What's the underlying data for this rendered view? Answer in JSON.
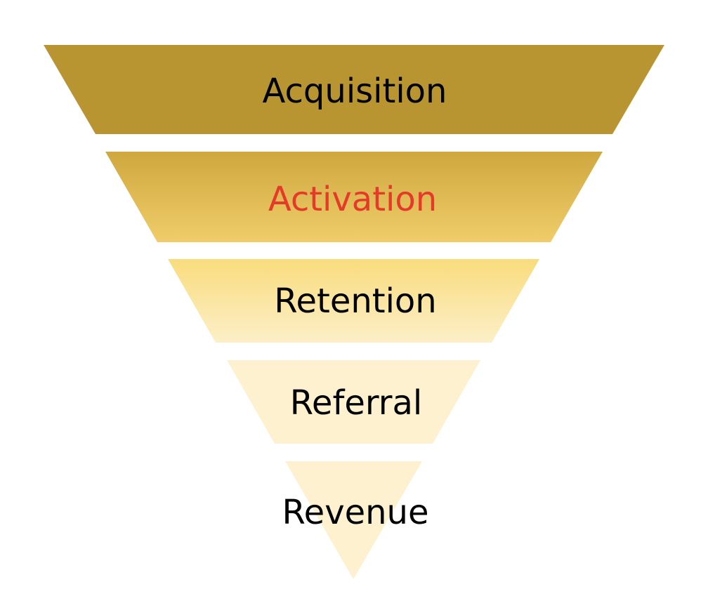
{
  "funnel": {
    "stages": [
      {
        "label": "Acquisition",
        "text_color": "#000000",
        "fill_top": "#b99532",
        "fill_bottom": "#b99532"
      },
      {
        "label": "Activation",
        "text_color": "#e53a2a",
        "fill_top": "#cfa73f",
        "fill_bottom": "#f0cd6a"
      },
      {
        "label": "Retention",
        "text_color": "#000000",
        "fill_top": "#f9dc7d",
        "fill_bottom": "#fcefc8"
      },
      {
        "label": "Referral",
        "text_color": "#000000",
        "fill_top": "#fdf1cf",
        "fill_bottom": "#fdf1cf"
      },
      {
        "label": "Revenue",
        "text_color": "#000000",
        "fill_top": "#fdf1cf",
        "fill_bottom": "#fdf1cf"
      }
    ]
  }
}
